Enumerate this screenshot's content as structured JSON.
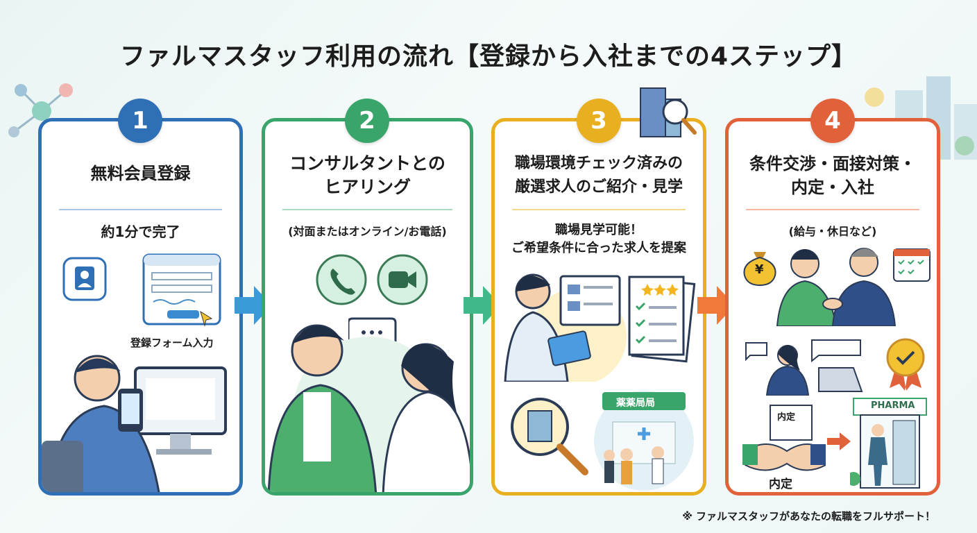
{
  "title": "ファルマスタッフ利用の流れ【登録から入社までの4ステップ】",
  "steps": [
    {
      "number": "1",
      "title": "無料会員登録",
      "sub": "約1分で完了",
      "label": "登録フォーム入力",
      "color": "#2f6fb5"
    },
    {
      "number": "2",
      "title": "コンサルタントとの\nヒアリング",
      "sub": "(対面またはオンライン/お電話)",
      "color": "#3aa56b"
    },
    {
      "number": "3",
      "title": "職場環境チェック済みの\n厳選求人のご紹介・見学",
      "sub": "職場見学可能！\nご希望条件に合った求人を提案",
      "sign": "薬薬局局",
      "color": "#e8b020"
    },
    {
      "number": "4",
      "title": "条件交渉・面接対策・\n内定・入社",
      "sub": "(給与・休日など)",
      "yen": "¥",
      "offer_doc": "内定",
      "offer_label": "内定",
      "pharma_sign": "PHARMA",
      "color": "#e0613a"
    }
  ],
  "footnote": "※ ファルマスタッフがあなたの転職をフルサポート！"
}
